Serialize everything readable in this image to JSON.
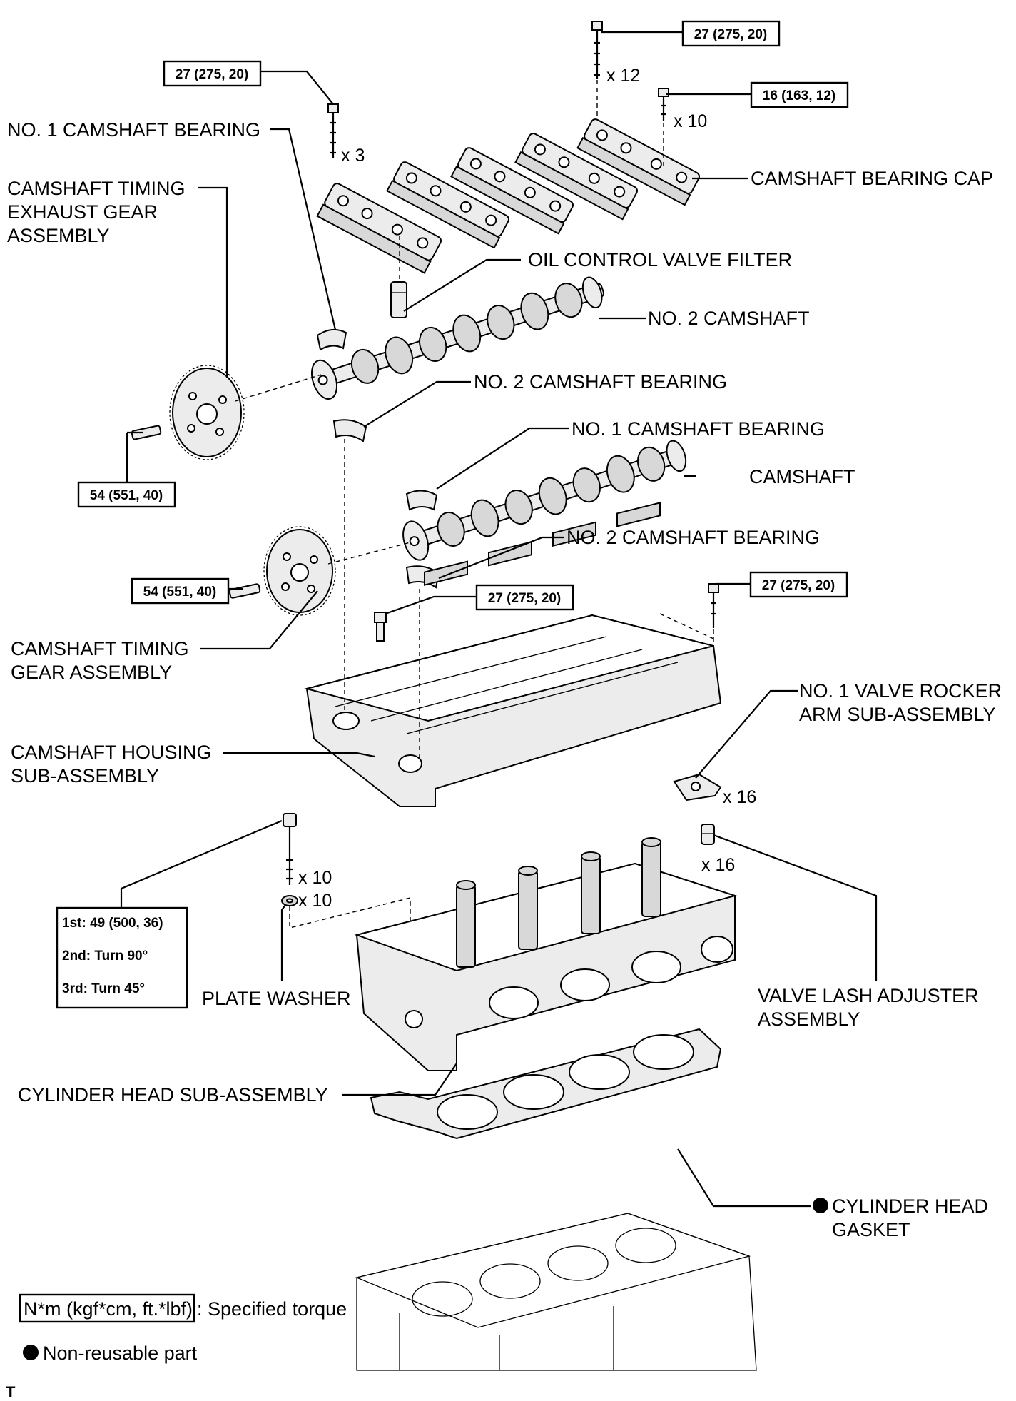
{
  "labels": {
    "no1_camshaft_bearing_top": "NO. 1 CAMSHAFT BEARING",
    "camshaft_timing_exhaust_gear_1": "CAMSHAFT TIMING",
    "camshaft_timing_exhaust_gear_2": "EXHAUST GEAR",
    "camshaft_timing_exhaust_gear_3": "ASSEMBLY",
    "camshaft_bearing_cap": "CAMSHAFT BEARING CAP",
    "oil_control_valve_filter": "OIL CONTROL VALVE FILTER",
    "no2_camshaft": "NO. 2 CAMSHAFT",
    "no2_camshaft_bearing_top": "NO. 2 CAMSHAFT BEARING",
    "no1_camshaft_bearing_mid": "NO. 1 CAMSHAFT BEARING",
    "camshaft": "CAMSHAFT",
    "no2_camshaft_bearing_mid": "NO. 2 CAMSHAFT BEARING",
    "camshaft_timing_gear_1": "CAMSHAFT TIMING",
    "camshaft_timing_gear_2": "GEAR ASSEMBLY",
    "no1_valve_rocker_arm_1": "NO. 1 VALVE ROCKER",
    "no1_valve_rocker_arm_2": "ARM SUB-ASSEMBLY",
    "camshaft_housing_1": "CAMSHAFT HOUSING",
    "camshaft_housing_2": "SUB-ASSEMBLY",
    "plate_washer": "PLATE WASHER",
    "valve_lash_adjuster_1": "VALVE LASH ADJUSTER",
    "valve_lash_adjuster_2": "ASSEMBLY",
    "cylinder_head": "CYLINDER HEAD SUB-ASSEMBLY",
    "cylinder_head_gasket_1": "CYLINDER HEAD",
    "cylinder_head_gasket_2": "GASKET"
  },
  "torques": {
    "cap_bolt_long": "27 (275, 20)",
    "cap_bolt_short": "16 (163, 12)",
    "front_bolt": "27 (275, 20)",
    "exhaust_gear_bolt": "54 (551, 40)",
    "timing_gear_bolt": "54 (551, 40)",
    "housing_bolt_mid": "27 (275, 20)",
    "housing_bolt_right": "27 (275, 20)",
    "head_bolt_1": "1st: 49 (500, 36)",
    "head_bolt_2": "2nd: Turn 90°",
    "head_bolt_3": "3rd: Turn 45°"
  },
  "counts": {
    "cap_bolt_long": "x 12",
    "cap_bolt_short": "x 10",
    "front_bolt": "x 3",
    "head_bolt": "x 10",
    "plate_washer": "x 10",
    "rocker_arm": "x 16",
    "lash_adjuster": "x 16"
  },
  "legend": {
    "torque_box": "N*m (kgf*cm, ft.*lbf)",
    "torque_text": ": Specified torque",
    "non_reusable": "Non-reusable part"
  },
  "corner_mark": "T"
}
